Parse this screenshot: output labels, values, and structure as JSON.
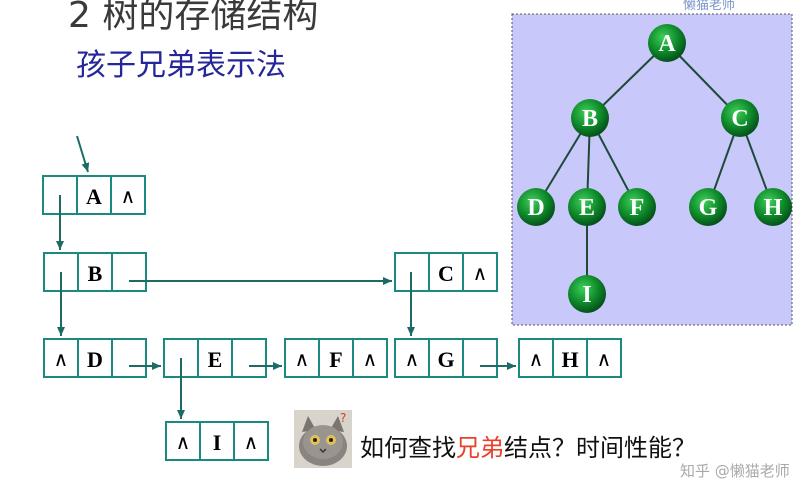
{
  "title": "2 树的存储结构",
  "subtitle": "孩子兄弟表示法",
  "null_symbol": "∧",
  "list_nodes": [
    {
      "id": "A",
      "label": "A"
    },
    {
      "id": "B",
      "label": "B"
    },
    {
      "id": "C",
      "label": "C"
    },
    {
      "id": "D",
      "label": "D"
    },
    {
      "id": "E",
      "label": "E"
    },
    {
      "id": "F",
      "label": "F"
    },
    {
      "id": "G",
      "label": "G"
    },
    {
      "id": "H",
      "label": "H"
    },
    {
      "id": "I",
      "label": "I"
    }
  ],
  "tree": {
    "watermark": "懒猫老师",
    "nodes": [
      "A",
      "B",
      "C",
      "D",
      "E",
      "F",
      "G",
      "H",
      "I"
    ],
    "edges": [
      [
        "A",
        "B"
      ],
      [
        "A",
        "C"
      ],
      [
        "B",
        "D"
      ],
      [
        "B",
        "E"
      ],
      [
        "B",
        "F"
      ],
      [
        "C",
        "G"
      ],
      [
        "C",
        "H"
      ],
      [
        "E",
        "I"
      ]
    ],
    "panel_color": "#c8c8fa",
    "node_color": "#0e8a2a"
  },
  "question": {
    "before": "如何查找",
    "highlight": "兄弟",
    "after": "结点？时间性能？"
  },
  "footer": "知乎 @懒猫老师"
}
